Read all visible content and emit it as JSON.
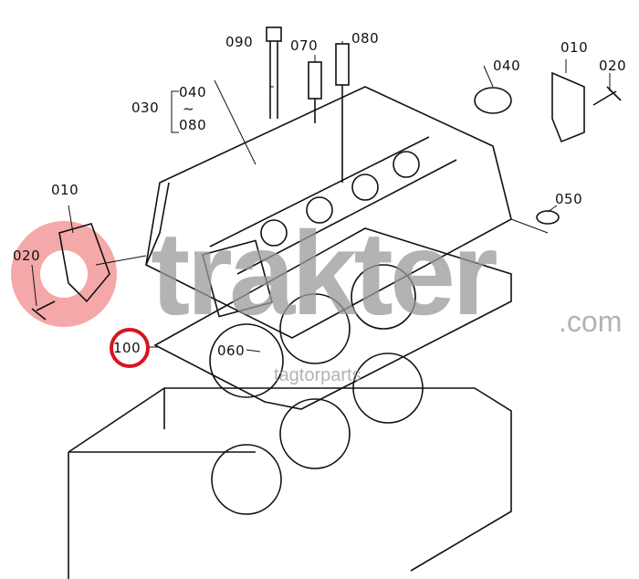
{
  "labels": {
    "p090": "090",
    "p070": "070",
    "p080": "080",
    "p030": "030",
    "p040a": "040",
    "tilde": "~",
    "p080b": "080",
    "p010_left": "010",
    "p020_left": "020",
    "p040_right": "040",
    "p010_right": "010",
    "p020_right": "020",
    "p050": "050",
    "p100": "100",
    "p060": "060"
  },
  "watermark": {
    "brand": "trakter",
    "domain": ".com",
    "sub": "tagtorparts"
  },
  "colors": {
    "highlight": "#d9141b",
    "logo": "#f08a8a",
    "line": "#111111"
  }
}
